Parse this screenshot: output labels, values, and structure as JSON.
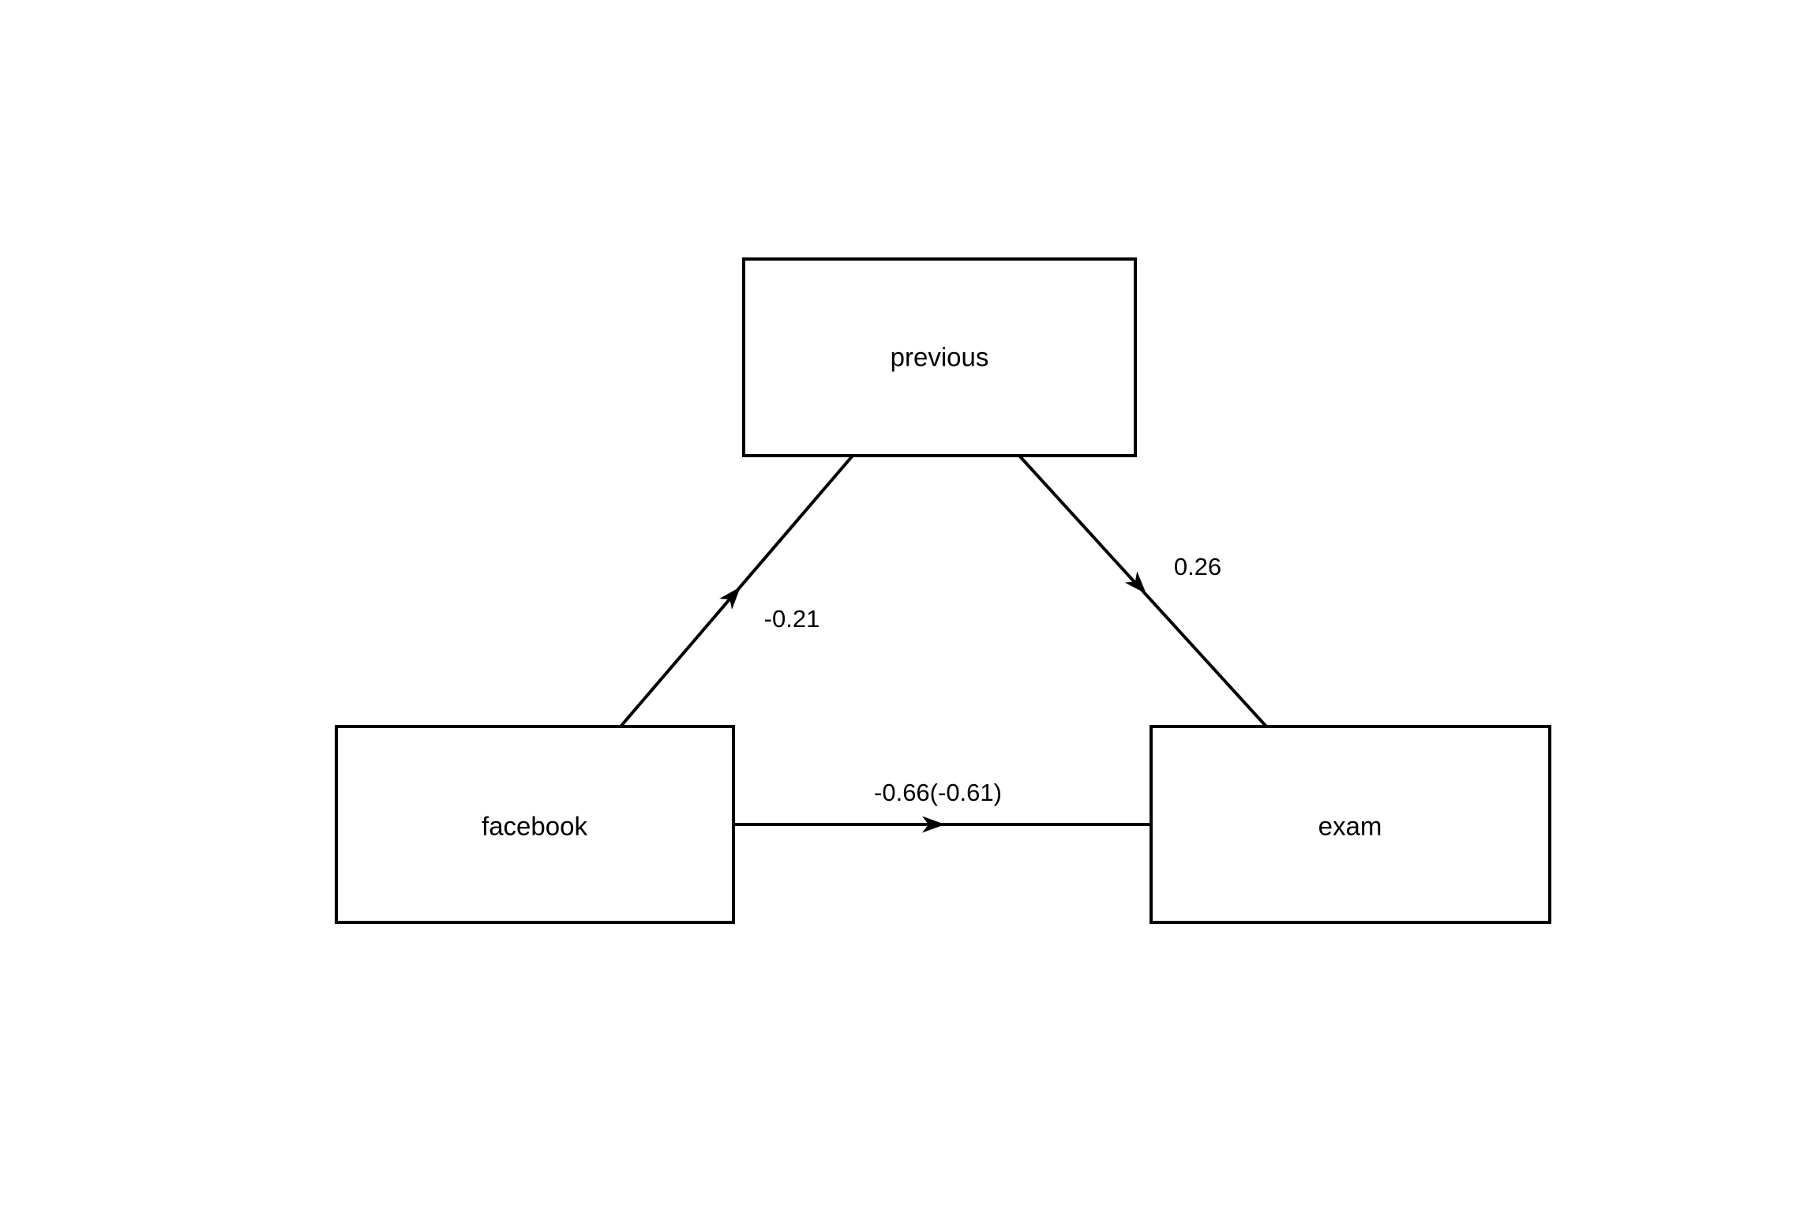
{
  "diagram": {
    "type": "path-model",
    "background_color": "#ffffff",
    "line_color": "#000000",
    "text_color": "#000000",
    "nodes": [
      {
        "id": "previous",
        "label": "previous"
      },
      {
        "id": "facebook",
        "label": "facebook"
      },
      {
        "id": "exam",
        "label": "exam"
      }
    ],
    "edges": [
      {
        "from": "facebook",
        "to": "previous",
        "label": "-0.21"
      },
      {
        "from": "previous",
        "to": "exam",
        "label": "0.26"
      },
      {
        "from": "facebook",
        "to": "exam",
        "label": "-0.66(-0.61)"
      }
    ]
  }
}
